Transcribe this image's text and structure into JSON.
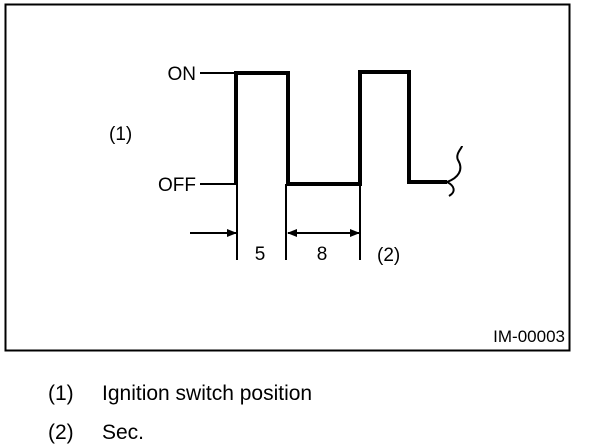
{
  "diagram": {
    "figure_id": "IM-00003",
    "y_axis_marker": "(1)",
    "on_label": "ON",
    "off_label": "OFF",
    "interval_1": "5",
    "interval_2": "8",
    "x_axis_marker": "(2)"
  },
  "legend": [
    {
      "number": "(1)",
      "text": "Ignition switch position"
    },
    {
      "number": "(2)",
      "text": "Sec."
    }
  ]
}
